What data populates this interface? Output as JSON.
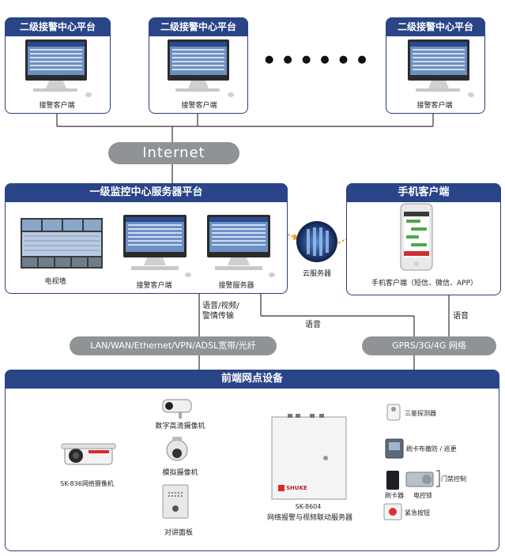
{
  "top_stations": {
    "title": "二级接警中心平台",
    "client_label": "接警客户端",
    "ellipsis": "● ● ● ● ● ●"
  },
  "internet": {
    "label": "Internet"
  },
  "primary_center": {
    "title": "一级监控中心服务器平台",
    "tv_wall_label": "电视墙",
    "client_label": "接警客户端",
    "server_label": "接警服务器"
  },
  "cloud": {
    "label": "云服务器"
  },
  "mobile": {
    "title": "手机客户端",
    "caption": "手机客户端（短信、微信、APP）"
  },
  "links": {
    "voice_video": "语音/视频/\n警情传输",
    "voice_mid": "语音",
    "voice_right": "语音"
  },
  "networks": {
    "wired": "LAN/WAN/Ethernet/VPN/ADSL宽带/光纤",
    "wireless": "GPRS/3G/4G 网络"
  },
  "front_end": {
    "title": "前端网点设备",
    "camera_big": "SK-836网络摄像机",
    "camera_hd": "数字高清摄像机",
    "camera_analog": "模拟摄像机",
    "intercom": "对讲面板",
    "host_model": "SK-8604",
    "host_desc": "网络报警与视频联动服务器",
    "brand": "SHUKE",
    "detector": "三鉴探测器",
    "card_patrol": "刷卡布撤防 / 巡更",
    "card_reader": "刷卡器",
    "electric_lock": "电控锁",
    "access_control": "门禁控制",
    "emergency": "紧急按钮"
  }
}
